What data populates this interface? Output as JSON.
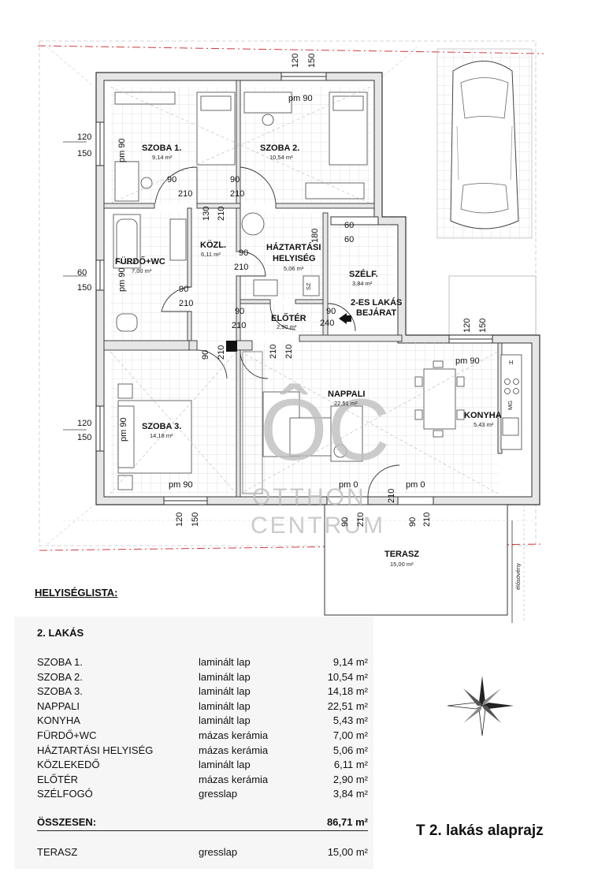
{
  "rooms": {
    "szoba1": {
      "name": "SZOBA 1.",
      "area": "9,14 m²"
    },
    "szoba2": {
      "name": "SZOBA 2.",
      "area": "10,54 m²"
    },
    "szoba3": {
      "name": "SZOBA 3.",
      "area": "14,18 m²"
    },
    "furdo": {
      "name": "FÜRDŐ+WC",
      "area": "7,00 m²"
    },
    "kozl": {
      "name": "KÖZL.",
      "area": "6,11 m²"
    },
    "haztartasi": {
      "name1": "HÁZTARTÁSI",
      "name2": "HELYISÉG",
      "area": "5,06 m²"
    },
    "szelf": {
      "name": "SZÉLF.",
      "area": "3,84 m²"
    },
    "eloter": {
      "name": "ELŐTÉR",
      "area": "2,90 m²"
    },
    "nappali": {
      "name": "NAPPALI",
      "area": "22,51 m²"
    },
    "konyha": {
      "name": "KONYHA",
      "area": "5,43 m²"
    },
    "terasz": {
      "name": "TERASZ",
      "area": "15,00 m²"
    }
  },
  "entrance": {
    "line1": "2-ES LAKÁS",
    "line2": "BEJÁRAT"
  },
  "dims": {
    "d120": "120",
    "d150": "150",
    "d90": "90",
    "d210": "210",
    "d60": "60",
    "d180": "180",
    "d240": "240",
    "d130": "130",
    "pm90": "pm 90",
    "pm0": "pm 0"
  },
  "appliances": {
    "hood": "H",
    "mg": "MG",
    "sz": "SZ"
  },
  "sidewalk": "élősövény",
  "watermark": {
    "logo": "ÔC",
    "line1": "OTTHON",
    "line2": "CENTRUM"
  },
  "list": {
    "title": "HELYISÉGLISTA:",
    "apartment": "2. LAKÁS",
    "rows": [
      {
        "name": "SZOBA 1.",
        "material": "laminált lap",
        "area": "9,14  m²"
      },
      {
        "name": "SZOBA 2.",
        "material": "laminált lap",
        "area": "10,54  m²"
      },
      {
        "name": "SZOBA 3.",
        "material": "laminált lap",
        "area": "14,18  m²"
      },
      {
        "name": "NAPPALI",
        "material": "laminált lap",
        "area": "22,51  m²"
      },
      {
        "name": "KONYHA",
        "material": "laminált lap",
        "area": "5,43  m²"
      },
      {
        "name": "FÜRDŐ+WC",
        "material": "mázas kerámia",
        "area": "7,00  m²"
      },
      {
        "name": "HÁZTARTÁSI HELYISÉG",
        "material": "mázas kerámia",
        "area": "5,06  m²"
      },
      {
        "name": "KÖZLEKEDŐ",
        "material": "laminált lap",
        "area": "6,11  m²"
      },
      {
        "name": "ELŐTÉR",
        "material": "mázas kerámia",
        "area": "2,90  m²"
      },
      {
        "name": "SZÉLFOGÓ",
        "material": "gresslap",
        "area": "3,84  m²"
      }
    ],
    "total_label": "ÖSSZESEN:",
    "total_area": "86,71  m²",
    "terrace": {
      "name": "TERASZ",
      "material": "gresslap",
      "area": "15,00  m²"
    }
  },
  "caption": "T 2. lakás alaprajz"
}
